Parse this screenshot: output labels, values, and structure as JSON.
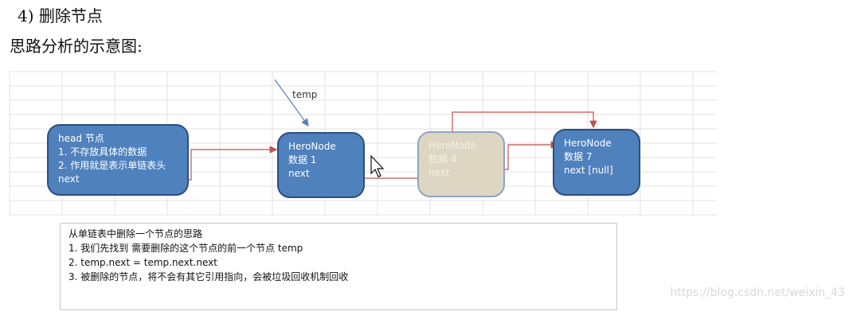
{
  "heading": "4) 删除节点",
  "subheading": "思路分析的示意图:",
  "temp_label": "temp",
  "nodes": [
    {
      "id": "head",
      "lines": [
        "head 节点",
        "1. 不存放具体的数据",
        "2. 作用就是表示单链表头",
        "next"
      ]
    },
    {
      "id": "node1",
      "lines": [
        "HeroNode",
        "数据 1",
        "next"
      ]
    },
    {
      "id": "node4",
      "lines": [
        "HeroNode",
        "数据 4",
        "next"
      ]
    },
    {
      "id": "node7",
      "lines": [
        "HeroNode",
        "数据 7",
        "next [null]"
      ]
    }
  ],
  "notes": {
    "title": "从单链表中删除一个节点的思路",
    "items": [
      "1. 我们先找到 需要删除的这个节点的前一个节点 temp",
      "2. temp.next = temp.next.next",
      "3. 被删除的节点，将不会有其它引用指向，会被垃圾回收机制回收"
    ]
  },
  "watermark": "https://blog.csdn.net/weixin_43",
  "colors": {
    "node_fill": "#4f81bd",
    "node_border": "#2b4f7e",
    "faded_fill": "#ddd6c3",
    "arrow": "#c0504d",
    "underline": "#e01010",
    "grid": "#dcdcdc"
  }
}
